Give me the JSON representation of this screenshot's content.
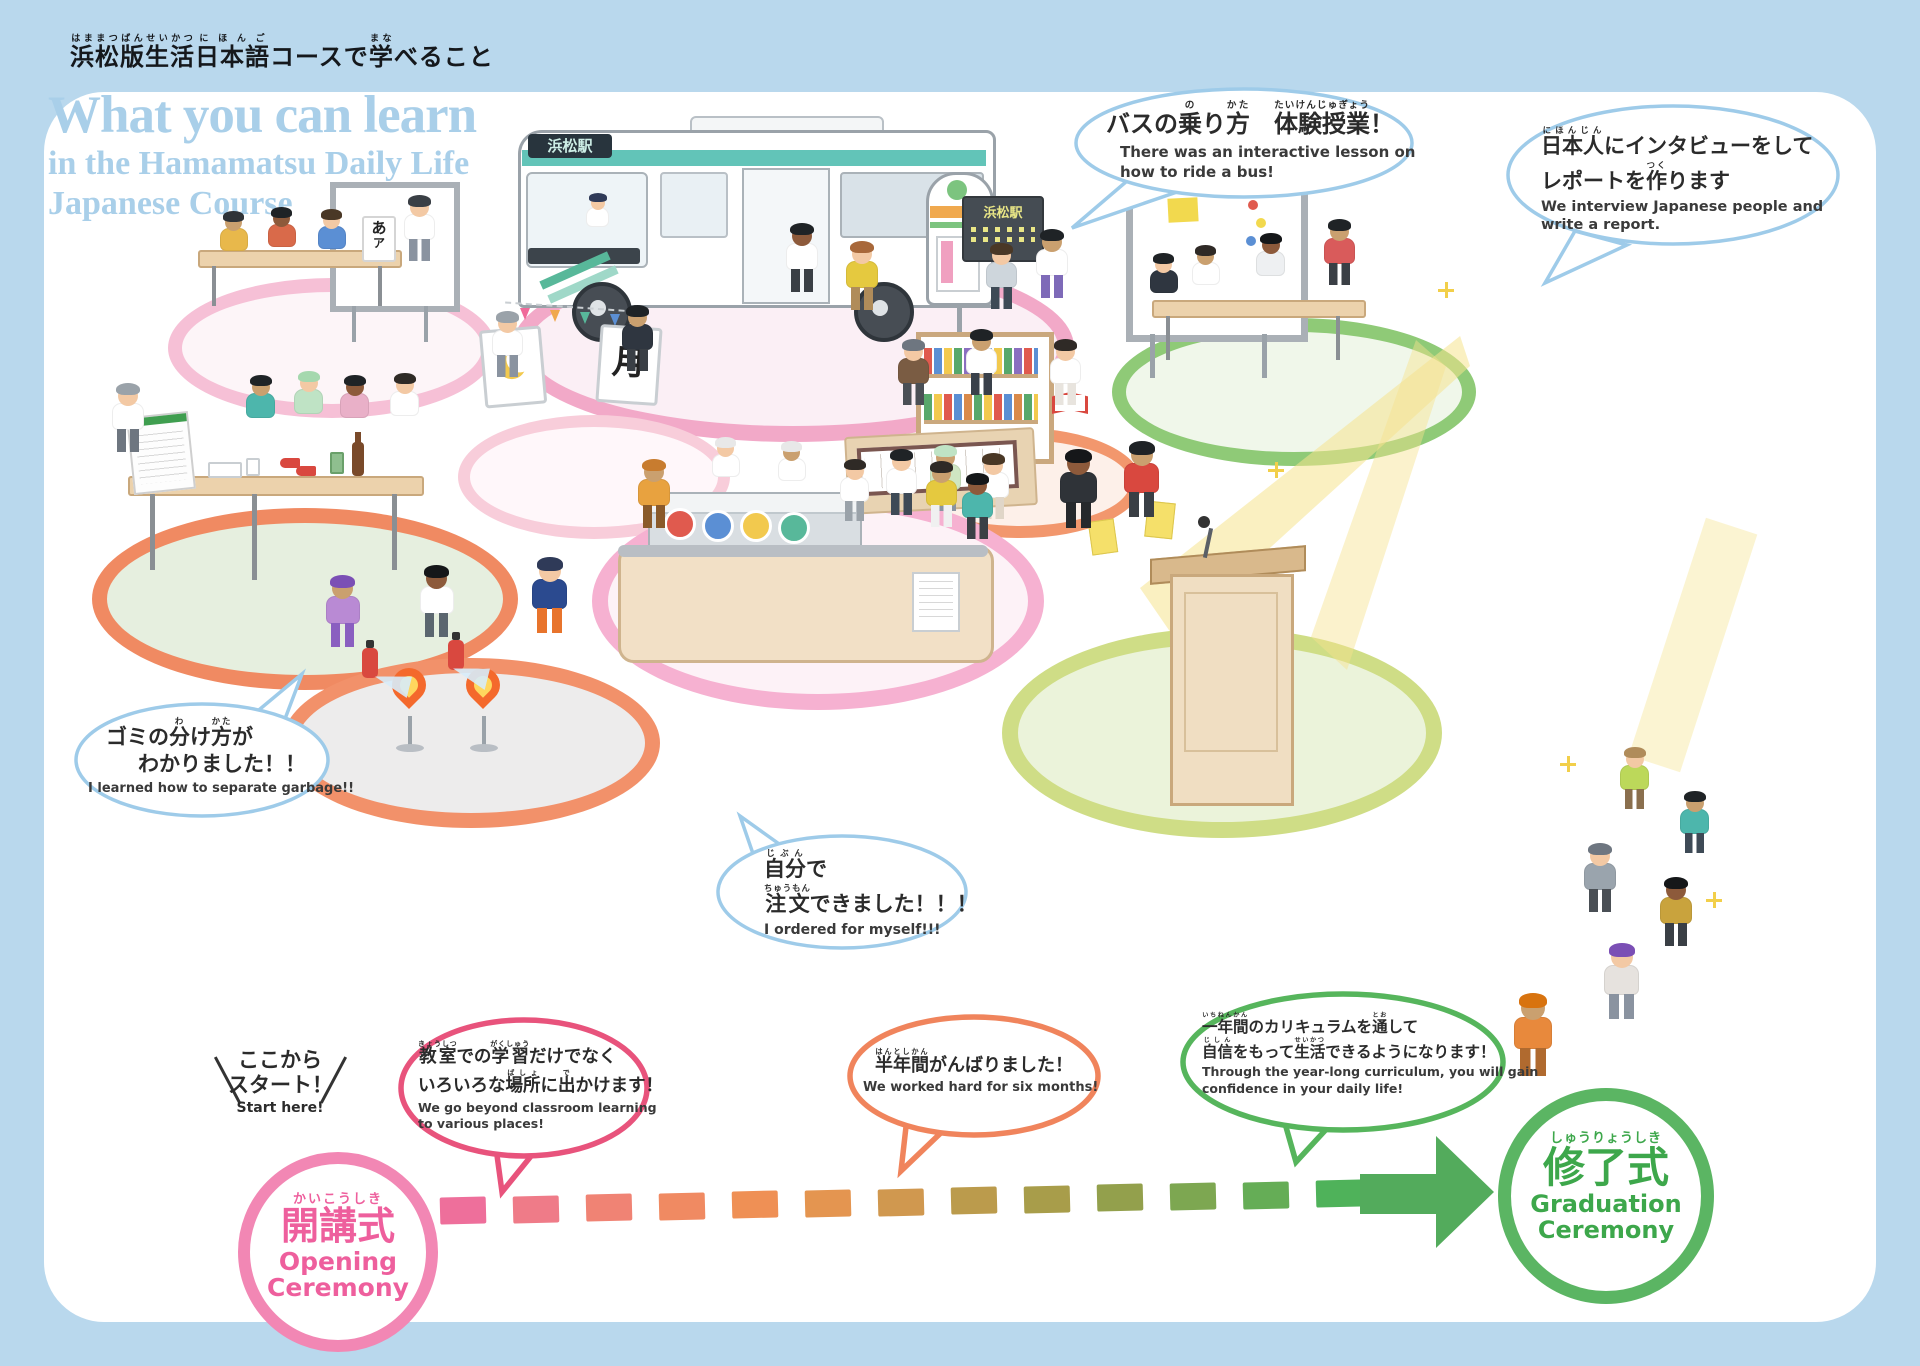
{
  "title": {
    "jp_ruby": [
      {
        "t": "浜松版",
        "r": "はままつばん"
      },
      {
        "t": "生活",
        "r": "せいかつ"
      },
      {
        "t": "日本語",
        "r": "にほんご"
      },
      {
        "t": "コースで",
        "r": ""
      },
      {
        "t": "学",
        "r": "まな"
      },
      {
        "t": "べること",
        "r": ""
      }
    ],
    "en_line1": "What you can learn",
    "en_line2": "in the Hamamatsu Daily Life",
    "en_line3": "Japanese Course"
  },
  "bubbles": {
    "bus": {
      "jp": [
        {
          "t": "バスの",
          "r": ""
        },
        {
          "t": "乗",
          "r": "の"
        },
        {
          "t": "り",
          "r": ""
        },
        {
          "t": "方",
          "r": "かた"
        },
        {
          "t": "　",
          "r": ""
        },
        {
          "t": "体験授業",
          "r": "たいけんじゅぎょう"
        },
        {
          "t": "！",
          "r": ""
        }
      ],
      "en1": "There was an interactive lesson on",
      "en2": "how to ride a bus!"
    },
    "interview": {
      "jp1": [
        {
          "t": "日本人",
          "r": "にほんじん"
        },
        {
          "t": "にインタビューをして",
          "r": ""
        }
      ],
      "jp2": [
        {
          "t": "レポートを",
          "r": ""
        },
        {
          "t": "作",
          "r": "つく"
        },
        {
          "t": "ります",
          "r": ""
        }
      ],
      "en1": "We interview Japanese people and",
      "en2": "write a report."
    },
    "garbage": {
      "jp1": [
        {
          "t": "ゴミの",
          "r": ""
        },
        {
          "t": "分",
          "r": "わ"
        },
        {
          "t": "け",
          "r": ""
        },
        {
          "t": "方",
          "r": "かた"
        },
        {
          "t": "が",
          "r": ""
        }
      ],
      "jp2": [
        {
          "t": "わかりました！！",
          "r": ""
        }
      ],
      "en1": "I learned how to separate garbage!!"
    },
    "order": {
      "jp1": [
        {
          "t": "自分",
          "r": "じぶん"
        },
        {
          "t": "で",
          "r": ""
        }
      ],
      "jp2": [
        {
          "t": "注文",
          "r": "ちゅうもん"
        },
        {
          "t": "できました！！！",
          "r": ""
        }
      ],
      "en1": "I ordered for myself!!!"
    },
    "places": {
      "jp1": [
        {
          "t": "教室",
          "r": "きょうしつ"
        },
        {
          "t": "での",
          "r": ""
        },
        {
          "t": "学習",
          "r": "がくしゅう"
        },
        {
          "t": "だけでなく",
          "r": ""
        }
      ],
      "jp2": [
        {
          "t": "いろいろな",
          "r": ""
        },
        {
          "t": "場所",
          "r": "ばしょ"
        },
        {
          "t": "に",
          "r": ""
        },
        {
          "t": "出",
          "r": "で"
        },
        {
          "t": "かけます！",
          "r": ""
        }
      ],
      "en1": "We go beyond classroom learning",
      "en2": "to various places!"
    },
    "sixmonths": {
      "jp1": [
        {
          "t": "半年間",
          "r": "はんとしかん"
        },
        {
          "t": "がんばりました！",
          "r": ""
        }
      ],
      "en1": "We worked hard for six months!"
    },
    "yearlong": {
      "jp1": [
        {
          "t": "一年間",
          "r": "いちねんかん"
        },
        {
          "t": "のカリキュラムを",
          "r": ""
        },
        {
          "t": "通",
          "r": "とお"
        },
        {
          "t": "して",
          "r": ""
        }
      ],
      "jp2": [
        {
          "t": "自信",
          "r": "じしん"
        },
        {
          "t": "をもって",
          "r": ""
        },
        {
          "t": "生活",
          "r": "せいかつ"
        },
        {
          "t": "できるようになります！",
          "r": ""
        }
      ],
      "en1": "Through the year-long curriculum, you will gain",
      "en2": "confidence in your daily life!"
    }
  },
  "timeline": {
    "start_jp1": "ここから",
    "start_jp2": "スタート！",
    "start_en": "Start here!",
    "opening": {
      "furi": "かいこうしき",
      "jp": "開講式",
      "en1": "Opening",
      "en2": "Ceremony"
    },
    "graduation": {
      "furi": "しゅうりょうしき",
      "jp": "修了式",
      "en1": "Graduation",
      "en2": "Ceremony"
    }
  },
  "signs": {
    "bus_destination": "浜松駅",
    "bus_stop_display": "浜松駅",
    "card_moon": "月",
    "card_a_hiragana": "あ",
    "card_a_katakana": "ア"
  },
  "colors": {
    "background": "#b9d8ed",
    "panel": "#ffffff",
    "title_blue": "#a9cfe9",
    "bubble_border_blue": "#9ecbe9",
    "pink": "#ee5f9d",
    "pink_ring": "#f287b4",
    "orange": "#f0845c",
    "green": "#3da74b",
    "green_ring": "#5bb563",
    "bus_teal": "#62c4b8",
    "dash_gradient": [
      "#ee6f9b",
      "#ef7b88",
      "#f08374",
      "#f08a62",
      "#ef9055",
      "#e49550",
      "#d0984f",
      "#bb9b4c",
      "#a89d4a",
      "#93a04c",
      "#7da751",
      "#65ad56",
      "#4fb25a"
    ]
  }
}
